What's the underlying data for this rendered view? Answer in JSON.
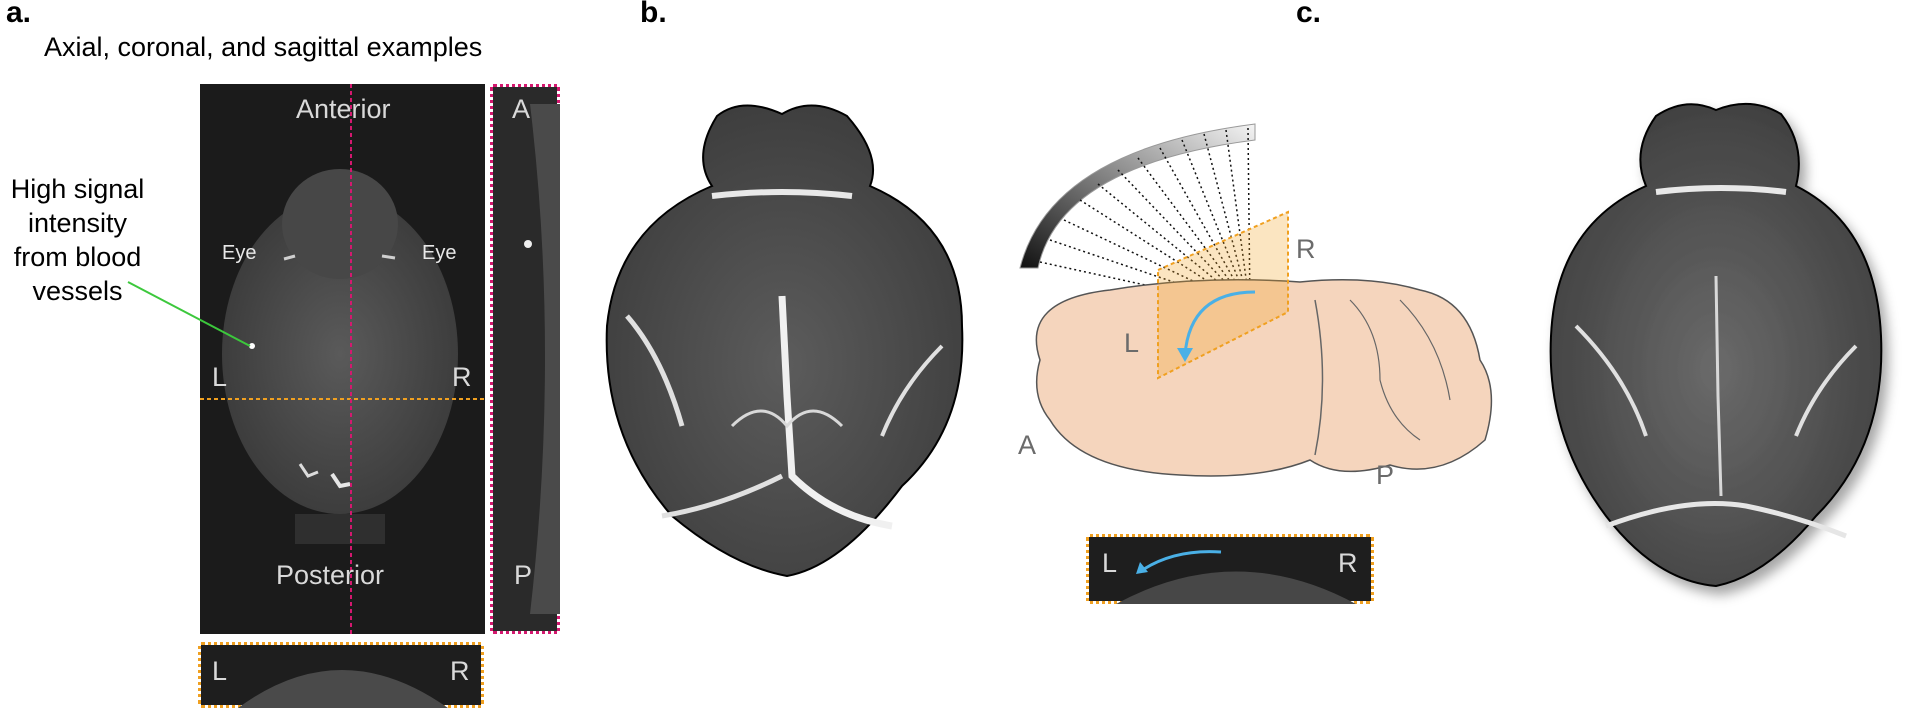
{
  "panel_a": {
    "letter": "a.",
    "title": "Axial, coronal, and sagittal examples",
    "axial": {
      "anterior": "Anterior",
      "posterior": "Posterior",
      "left": "L",
      "right": "R",
      "eye_left": "Eye",
      "eye_right": "Eye"
    },
    "sagittal": {
      "top": "A",
      "bottom": "P"
    },
    "coronal": {
      "left": "L",
      "right": "R"
    },
    "callout": [
      "High signal",
      "intensity",
      "from blood",
      "vessels"
    ]
  },
  "panel_b": {
    "letter": "b."
  },
  "panel_c": {
    "letter": "c.",
    "brain_labels": {
      "right": "R",
      "left": "L",
      "anterior": "A",
      "posterior": "P"
    },
    "slice": {
      "left": "L",
      "right": "R"
    }
  },
  "colors": {
    "orange_dashed": "#f0a020",
    "magenta_dashed": "#d4186f",
    "callout_line": "#3cc83c",
    "arrow": "#4ab0e6",
    "brain_fill": "#f5d5bd"
  }
}
